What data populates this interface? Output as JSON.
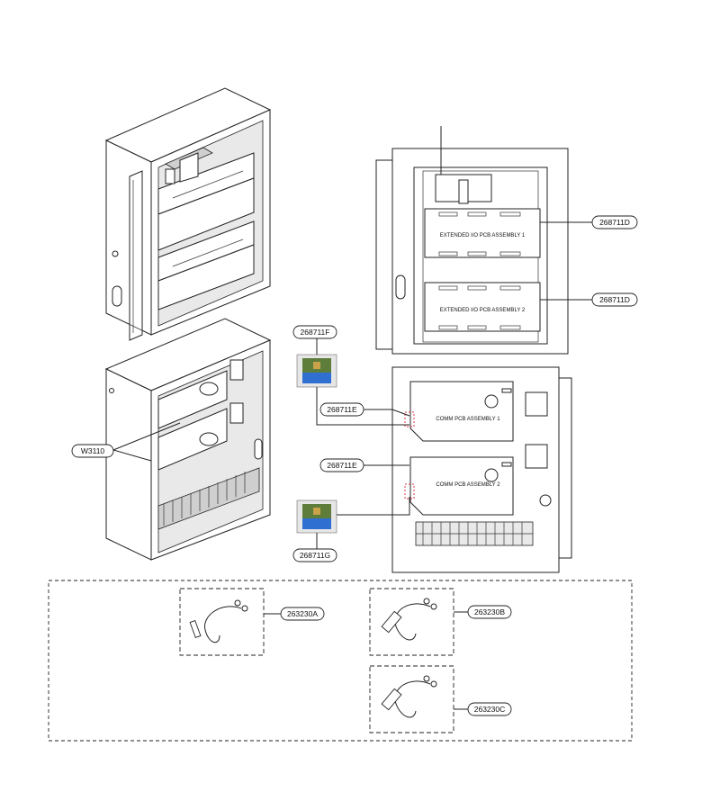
{
  "callouts": {
    "top_lead": "",
    "ext_io_1": "268711D",
    "ext_io_2": "268711D",
    "pcb_f": "268711F",
    "comm_1": "268711E",
    "comm_2": "268711E",
    "pcb_g": "268711G",
    "w3110": "W3110",
    "sensor_a": "263230A",
    "sensor_b": "263230B",
    "sensor_c": "263230C"
  },
  "board_labels": {
    "ext_io_1": "EXTENDED I/O PCB ASSEMBLY 1",
    "ext_io_2": "EXTENDED I/O PCB ASSEMBLY 2",
    "comm_1": "COMM PCB ASSEMBLY 1",
    "comm_2": "COMM PCB ASSEMBLY 2"
  },
  "colors": {
    "pcb_green": "#5f7d3a",
    "pcb_blue": "#2f6fd1",
    "dash_red": "#d9364a"
  }
}
